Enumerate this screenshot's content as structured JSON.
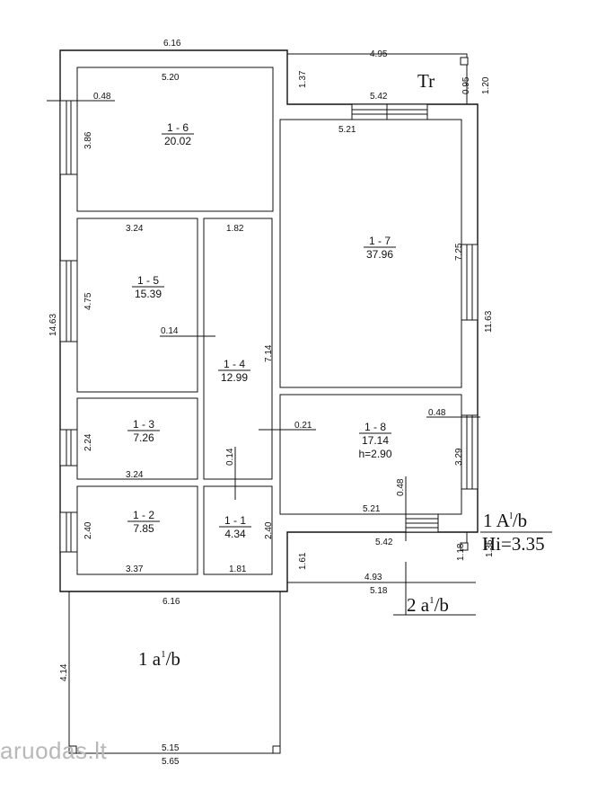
{
  "plan": {
    "tag_tr": "Tr",
    "building": {
      "part1": "1  A",
      "sup": "l",
      "part2": "/b"
    },
    "height": "Hi=3.35",
    "annex": {
      "part1": "2  a",
      "sup": "1",
      "part2": "/b"
    },
    "porch": {
      "part1": "1  a",
      "sup": "1",
      "part2": "/b"
    },
    "rooms": [
      {
        "id": "1-1",
        "label": "1 - 1",
        "area": "4.34"
      },
      {
        "id": "1-2",
        "label": "1 - 2",
        "area": "7.85"
      },
      {
        "id": "1-3",
        "label": "1 - 3",
        "area": "7.26"
      },
      {
        "id": "1-4",
        "label": "1 - 4",
        "area": "12.99"
      },
      {
        "id": "1-5",
        "label": "1 - 5",
        "area": "15.39"
      },
      {
        "id": "1-6",
        "label": "1 - 6",
        "area": "20.02"
      },
      {
        "id": "1-7",
        "label": "1 - 7",
        "area": "37.96"
      },
      {
        "id": "1-8",
        "label": "1 - 8",
        "area": "17.14",
        "height": "h=2.90"
      }
    ],
    "dimensions": {
      "top_outer": "6.16",
      "top_right": "4.95",
      "room6_width": "5.20",
      "room6_window": "0.48",
      "room6_height": "3.86",
      "right_notch": "1.37",
      "right_095": "0.95",
      "right_120": "1.20",
      "room7_top_a": "5.42",
      "room7_top_b": "5.21",
      "room7_height": "7.25",
      "right_total": "11.63",
      "room5_width": "3.24",
      "room4_width": "1.82",
      "room5_height": "4.75",
      "left_total": "14.63",
      "wall_014": "0.14",
      "room4_height": "7.14",
      "wall_021": "0.21",
      "room8_window": "0.48",
      "room3_height": "2.24",
      "room3_width": "3.24",
      "room8_height": "3.29",
      "wall_014_b": "0.14",
      "door_048": "0.48",
      "room8_width": "5.21",
      "room2_height": "2.40",
      "room1_height": "2.40",
      "bottom_542": "5.42",
      "right_118": "1.18",
      "right_135": "1.35",
      "annex_161": "1.61",
      "room2_width": "3.37",
      "room1_width": "1.81",
      "annex_493": "4.93",
      "annex_518": "5.18",
      "bottom_outer": "6.16",
      "porch_height": "4.14",
      "porch_inner": "5.15",
      "porch_outer": "5.65"
    }
  },
  "watermark": {
    "text": "aruodas",
    "suffix": ".lt"
  }
}
